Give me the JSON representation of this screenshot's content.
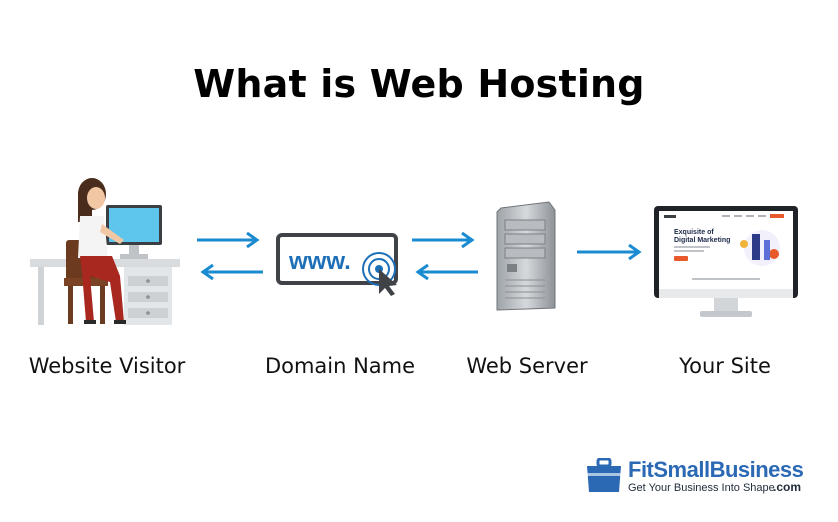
{
  "title": "What is Web Hosting",
  "nodes": [
    {
      "label": "Website Visitor"
    },
    {
      "label": "Domain Name",
      "url_text": "www."
    },
    {
      "label": "Web Server"
    },
    {
      "label": "Your Site",
      "screen_heading": "Exquisite of Digital Marketing"
    }
  ],
  "colors": {
    "arrow": "#1a8ad1",
    "brand": "#2b69b5",
    "domain_text": "#1d6fb8"
  },
  "logo": {
    "brand": "FitSmallBusiness",
    "tagline": "Get Your Business Into Shape",
    "suffix": ".com"
  }
}
